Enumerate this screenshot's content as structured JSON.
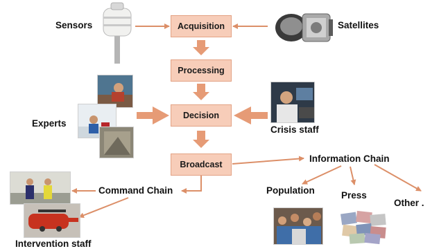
{
  "flow": {
    "acquisition": "Acquisition",
    "processing": "Processing",
    "decision": "Decision",
    "broadcast": "Broadcast"
  },
  "labels": {
    "sensors": "Sensors",
    "satellites": "Satellites",
    "experts": "Experts",
    "crisis_staff": "Crisis staff",
    "information_chain": "Information Chain",
    "command_chain": "Command Chain",
    "population": "Population",
    "press": "Press",
    "other": "Other .",
    "intervention_staff": "Intervention staff"
  },
  "colors": {
    "box_fill": "#f7cdb9",
    "arrow": "#e69b76",
    "thin_arrow": "#dc8f68"
  }
}
